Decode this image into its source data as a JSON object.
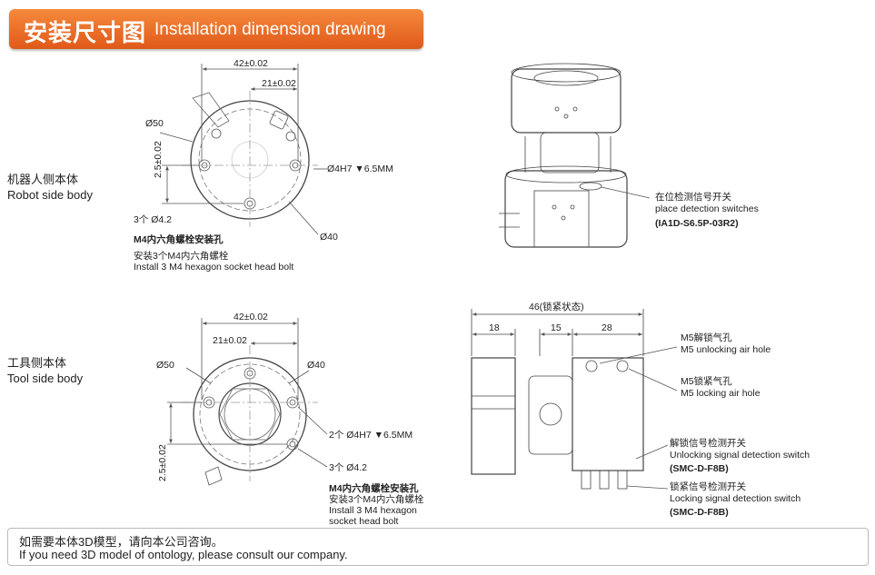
{
  "banner": {
    "title_zh": "安装尺寸图",
    "title_en": "Installation dimension drawing"
  },
  "robot_side": {
    "label_zh": "机器人侧本体",
    "label_en": "Robot side body",
    "dim_42": "42±0.02",
    "dim_21": "21±0.02",
    "dim_phi50": "Ø50",
    "dim_phi40": "Ø40",
    "dim_25": "2.5±0.02",
    "hole_4h7": "Ø4H7 ▼6.5MM",
    "three_holes": "3个 Ø4.2",
    "bolt_zh": "M4内六角螺栓安装孔",
    "install_zh": "安装3个M4内六角螺栓",
    "install_en": "Install 3 M4 hexagon socket head bolt"
  },
  "tool_side": {
    "label_zh": "工具侧本体",
    "label_en": "Tool side body",
    "dim_42": "42±0.02",
    "dim_21": "21±0.02",
    "dim_phi50": "Ø50",
    "dim_phi40": "Ø40",
    "dim_25": "2.5±0.02",
    "hole_4h7": "2个 Ø4H7 ▼6.5MM",
    "three_holes": "3个 Ø4.2",
    "bolt_zh": "M4内六角螺栓安装孔",
    "install_zh": "安装3个M4内六角螺栓",
    "install_en1": "Install 3 M4 hexagon",
    "install_en2": "socket head bolt"
  },
  "iso_view": {
    "switch_zh": "在位检测信号开关",
    "switch_en": "place detection switches",
    "switch_model": "(IA1D-S6.5P-03R2)"
  },
  "side_view": {
    "dim_total": "46(锁紧状态)",
    "dim_18": "18",
    "dim_15": "15",
    "dim_28": "28",
    "unlock_air_zh": "M5解锁气孔",
    "unlock_air_en": "M5 unlocking air hole",
    "lock_air_zh": "M5锁紧气孔",
    "lock_air_en": "M5 locking air hole",
    "unlock_sig_zh": "解锁信号检测开关",
    "unlock_sig_en": "Unlocking signal detection switch",
    "unlock_sig_model": "(SMC-D-F8B)",
    "lock_sig_zh": "锁紧信号检测开关",
    "lock_sig_en": "Locking signal detection switch",
    "lock_sig_model": "(SMC-D-F8B)"
  },
  "footer": {
    "zh": "如需要本体3D模型，请向本公司咨询。",
    "en": "If you need 3D model of ontology, please consult our company."
  }
}
